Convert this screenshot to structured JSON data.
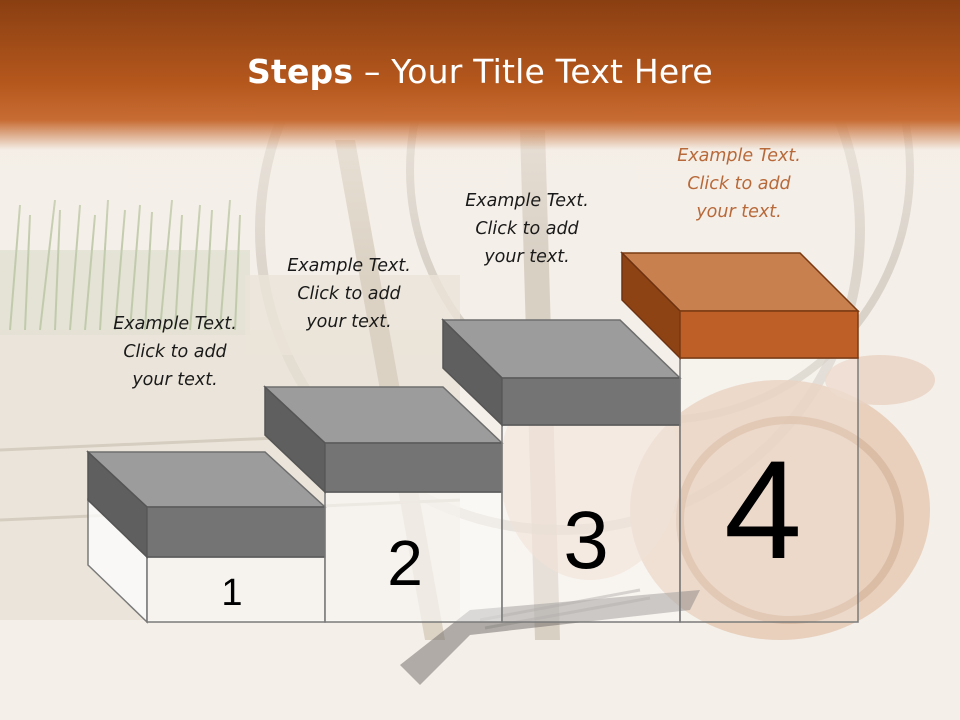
{
  "title": {
    "bold": "Steps",
    "rest": " – Your Title Text Here"
  },
  "colors": {
    "header": "#b4571d",
    "block_gray": "#6b6b6b",
    "block_accent": "#c0622b",
    "caption_accent": "#b8693a"
  },
  "steps": [
    {
      "number": "1",
      "caption": [
        "Example Text.",
        "Click  to add",
        "your text."
      ]
    },
    {
      "number": "2",
      "caption": [
        "Example Text.",
        "Click  to add",
        "your text."
      ]
    },
    {
      "number": "3",
      "caption": [
        "Example Text.",
        "Click  to add",
        "your text."
      ]
    },
    {
      "number": "4",
      "caption": [
        "Example Text.",
        "Click  to add",
        "your text."
      ]
    }
  ]
}
